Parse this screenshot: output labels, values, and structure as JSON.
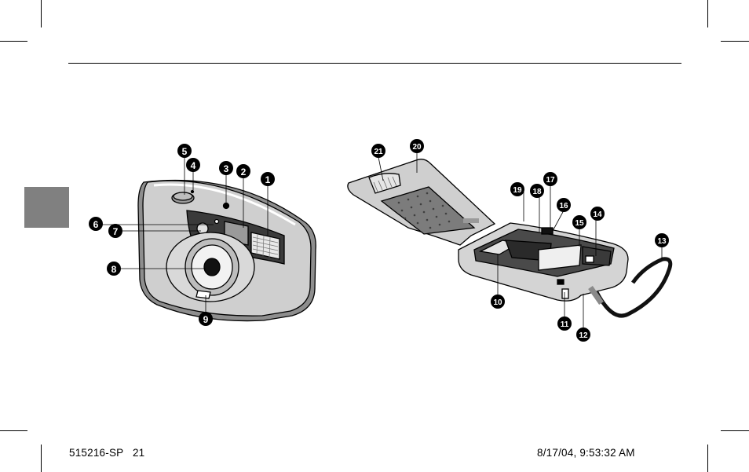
{
  "callouts": {
    "n1": "1",
    "n2": "2",
    "n3": "3",
    "n4": "4",
    "n5": "5",
    "n6": "6",
    "n7": "7",
    "n8": "8",
    "n9": "9",
    "n10": "10",
    "n11": "11",
    "n12": "12",
    "n13": "13",
    "n14": "14",
    "n15": "15",
    "n16": "16",
    "n17": "17",
    "n18": "18",
    "n19": "19",
    "n20": "20",
    "n21": "21"
  },
  "footer": {
    "slug_left": "515216-SP   21",
    "slug_right": "8/17/04, 9:53:32 AM"
  },
  "colors": {
    "tab": "#808080",
    "body_gray": "#cfcfcf",
    "dark_gray": "#707070"
  }
}
